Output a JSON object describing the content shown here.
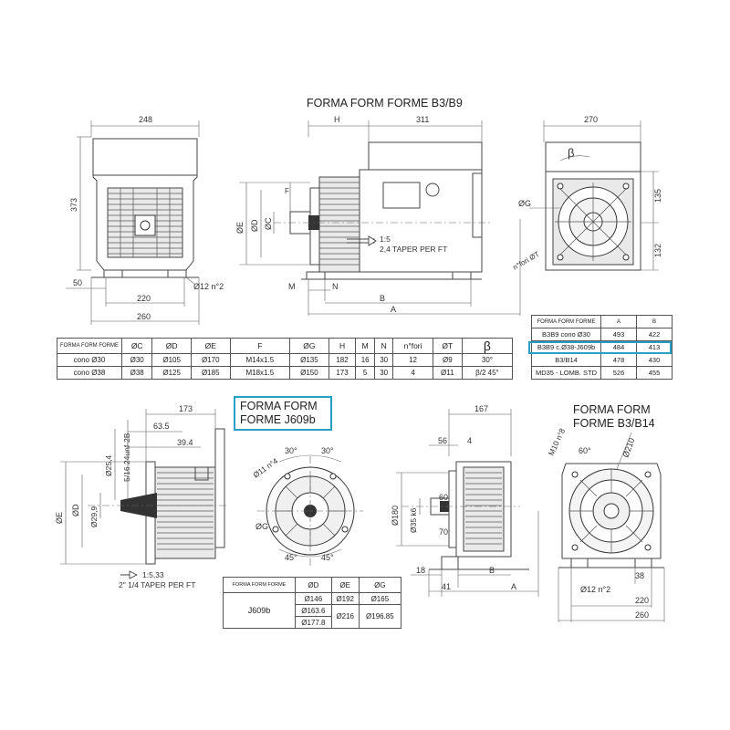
{
  "titles": {
    "top": "FORMA FORM FORME B3/B9",
    "j609_line1": "FORMA FORM",
    "j609_line2": "FORME J609b",
    "b14_line1": "FORMA FORM",
    "b14_line2": "FORME B3/B14"
  },
  "dims_top": {
    "w248": "248",
    "h373": "373",
    "w50": "50",
    "w220": "220",
    "w260": "260",
    "hole12": "Ø12 n°2",
    "H": "H",
    "w311": "311",
    "F": "F",
    "OE": "ØE",
    "OD": "ØD",
    "OC": "ØC",
    "taper1": "1:5",
    "taper2": "2,4 TAPER PER FT",
    "M": "M",
    "N": "N",
    "B": "B",
    "A": "A",
    "w270": "270",
    "beta": "β",
    "OG": "ØG",
    "h135": "135",
    "h132": "132",
    "nfori": "n°fori ØT"
  },
  "dims_bottom": {
    "w173": "173",
    "w63": "63.5",
    "w39": "39.4",
    "d25": "Ø25,4",
    "thread": "5/16 24unf-2B",
    "OE": "ØE",
    "OD": "ØD",
    "d29": "Ø29,9",
    "taper1": "1:5,33",
    "taper2": "2\" 1/4 TAPER PER FT",
    "a30a": "30°",
    "a30b": "30°",
    "holes11": "Ø11 n°4",
    "OG": "ØG",
    "a45a": "45°",
    "a45b": "45°",
    "w167": "167",
    "w56": "56",
    "w4": "4",
    "h60": "60",
    "d180": "Ø180",
    "d35": "Ø35 k6",
    "h70": "70",
    "w18": "18",
    "w41": "41",
    "B": "B",
    "A": "A",
    "m10": "M10 n°8",
    "a60": "60°",
    "d210": "Ø210",
    "w38": "38",
    "hole12": "Ø12 n°2",
    "w220": "220",
    "w260": "260"
  },
  "table_b3b9": {
    "header": [
      "FORMA FORM FORME",
      "A",
      "B"
    ],
    "rows": [
      [
        "B3B9 cono Ø30",
        "493",
        "422"
      ],
      [
        "B3B9 c.Ø38-J609b",
        "484",
        "413"
      ],
      [
        "B3/B14",
        "478",
        "430"
      ],
      [
        "MD35 - LOMB. STD",
        "526",
        "455"
      ]
    ]
  },
  "table_main": {
    "header": [
      "FORMA FORM FORME",
      "ØC",
      "ØD",
      "ØE",
      "F",
      "ØG",
      "H",
      "M",
      "N",
      "n°fori",
      "ØT",
      "β"
    ],
    "rows": [
      [
        "cono Ø30",
        "Ø30",
        "Ø105",
        "Ø170",
        "M14x1.5",
        "Ø135",
        "182",
        "16",
        "30",
        "12",
        "Ø9",
        "30°"
      ],
      [
        "cono Ø38",
        "Ø38",
        "Ø125",
        "Ø185",
        "M18x1.5",
        "Ø150",
        "173",
        "5",
        "30",
        "4",
        "Ø11",
        "β/2 45°"
      ]
    ]
  },
  "table_j609": {
    "header": [
      "FORMA FORM FORME",
      "ØD",
      "ØE",
      "ØG"
    ],
    "label": "J609b",
    "d": [
      "Ø146",
      "Ø163.6",
      "Ø177.8"
    ],
    "e": [
      "Ø192",
      "Ø216"
    ],
    "g": [
      "Ø165",
      "Ø196.85"
    ]
  },
  "colors": {
    "highlight": "#2a9fc6",
    "line": "#444444"
  }
}
